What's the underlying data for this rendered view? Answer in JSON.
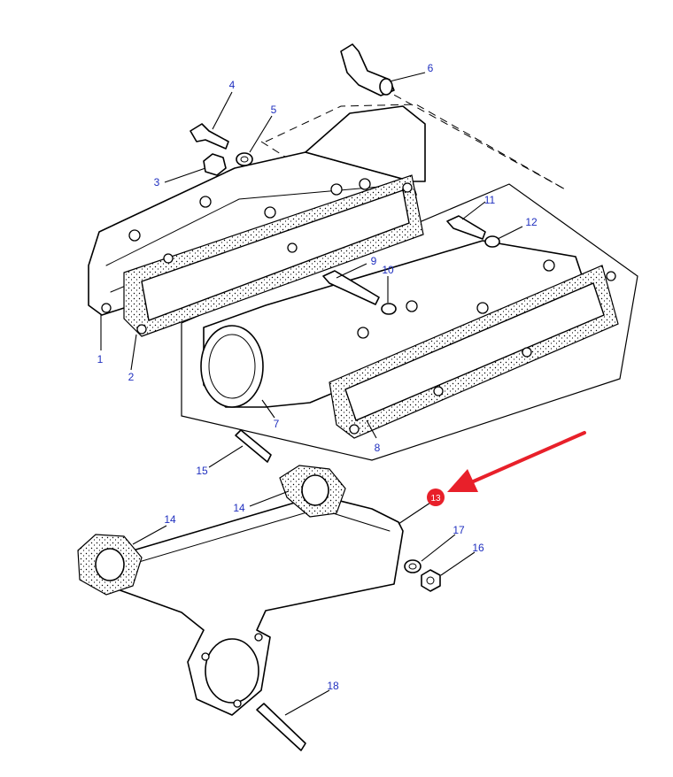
{
  "callouts": {
    "p1": "1",
    "p2": "2",
    "p3": "3",
    "p4": "4",
    "p5": "5",
    "p6": "6",
    "p7": "7",
    "p8": "8",
    "p9": "9",
    "p10": "10",
    "p11": "11",
    "p12": "12",
    "p13": "13",
    "p14a": "14",
    "p14b": "14",
    "p15": "15",
    "p16": "16",
    "p17": "17",
    "p18": "18"
  },
  "colors": {
    "callout_text": "#1f2fbf",
    "highlight_badge": "#e8202a",
    "pointer_arrow": "#e8202a"
  },
  "highlighted_part": "13"
}
